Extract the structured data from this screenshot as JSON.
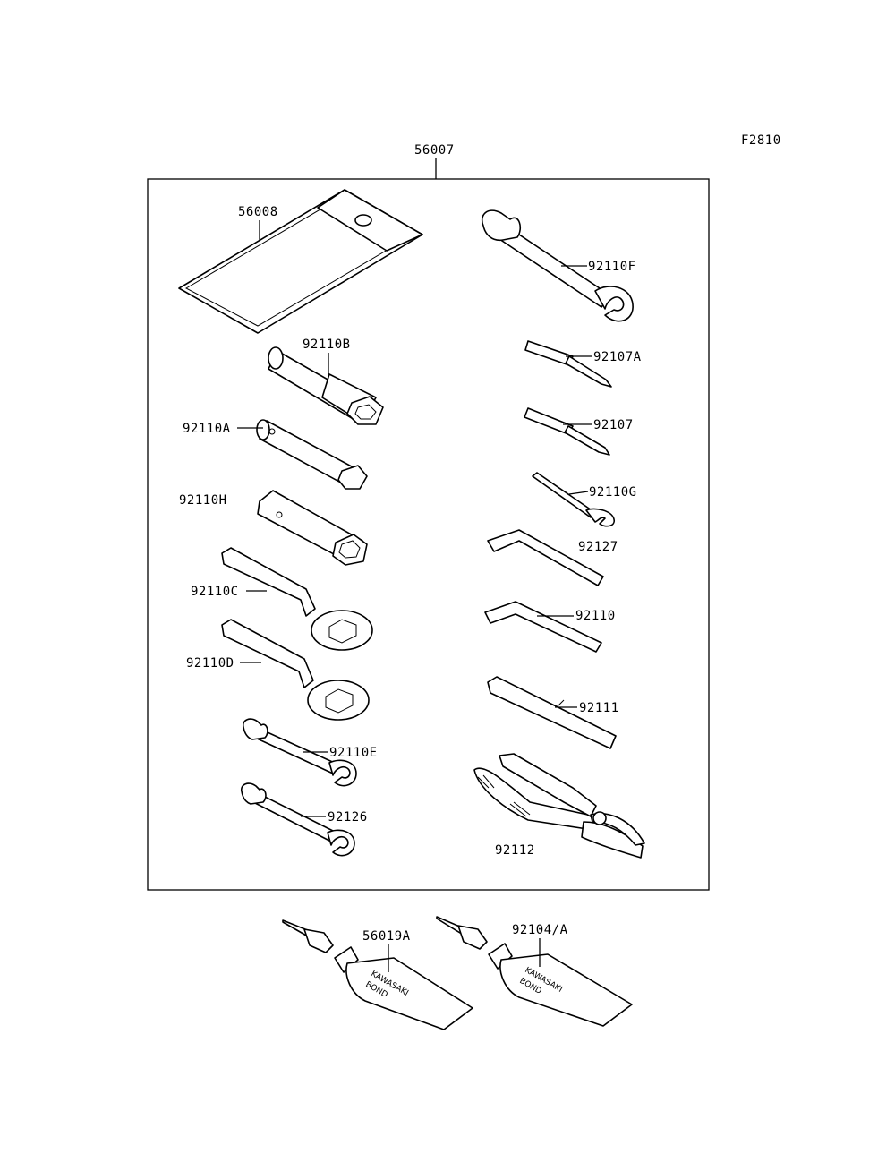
{
  "figure_code": "F2810",
  "assembly_number": "56007",
  "parts": {
    "p56008": "56008",
    "p92110F": "92110F",
    "p92110B": "92110B",
    "p92107A": "92107A",
    "p92110A": "92110A",
    "p92107": "92107",
    "p92110H": "92110H",
    "p92110G": "92110G",
    "p92127": "92127",
    "p92110C": "92110C",
    "p92110": "92110",
    "p92110D": "92110D",
    "p92111": "92111",
    "p92110E": "92110E",
    "p92126": "92126",
    "p92112": "92112",
    "p56019A": "56019A",
    "p92104A": "92104/A"
  },
  "tube_print": {
    "brand": "KAWASAKI",
    "product": "BOND"
  }
}
